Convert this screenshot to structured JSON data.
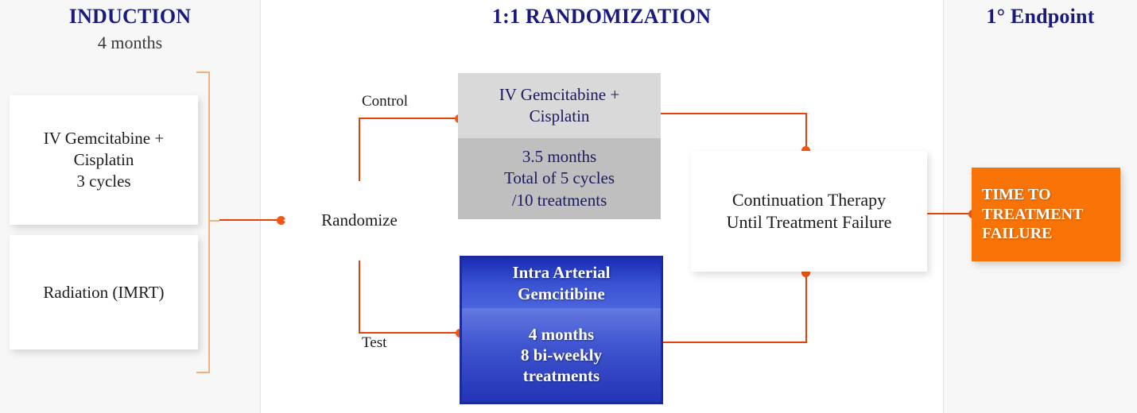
{
  "headers": {
    "induction": "INDUCTION",
    "induction_sub": "4 months",
    "randomization": "1:1 RANDOMIZATION",
    "endpoint": "1° Endpoint"
  },
  "induction": {
    "chemo_box": "IV Gemcitabine +\nCisplatin\n3 cycles",
    "radiation_box": "Radiation (IMRT)"
  },
  "randomize": {
    "diamond_label": "Randomize",
    "control_branch_label": "Control",
    "test_branch_label": "Test"
  },
  "control_arm": {
    "title": "IV Gemcitabine +\nCisplatin",
    "detail": "3.5 months\nTotal of 5 cycles\n/10 treatments"
  },
  "test_arm": {
    "title": "Intra Arterial\nGemcitibine",
    "detail": "4 months\n8 bi-weekly\ntreatments"
  },
  "continuation": {
    "label": "Continuation Therapy\nUntil Treatment Failure"
  },
  "endpoint": {
    "label": "TIME TO\nTREATMENT\nFAILURE"
  },
  "colors": {
    "header_navy": "#1a1a7a",
    "connector_orange": "#e8400c",
    "brace_orange": "#f0b27a",
    "control_gray_light": "#d9d9d9",
    "control_gray_dark": "#bfbfbf",
    "test_blue": "#2334b8",
    "test_blue_border": "#1c2a9e",
    "endpoint_orange": "#f97306",
    "column_bg": "#f7f7f8"
  }
}
